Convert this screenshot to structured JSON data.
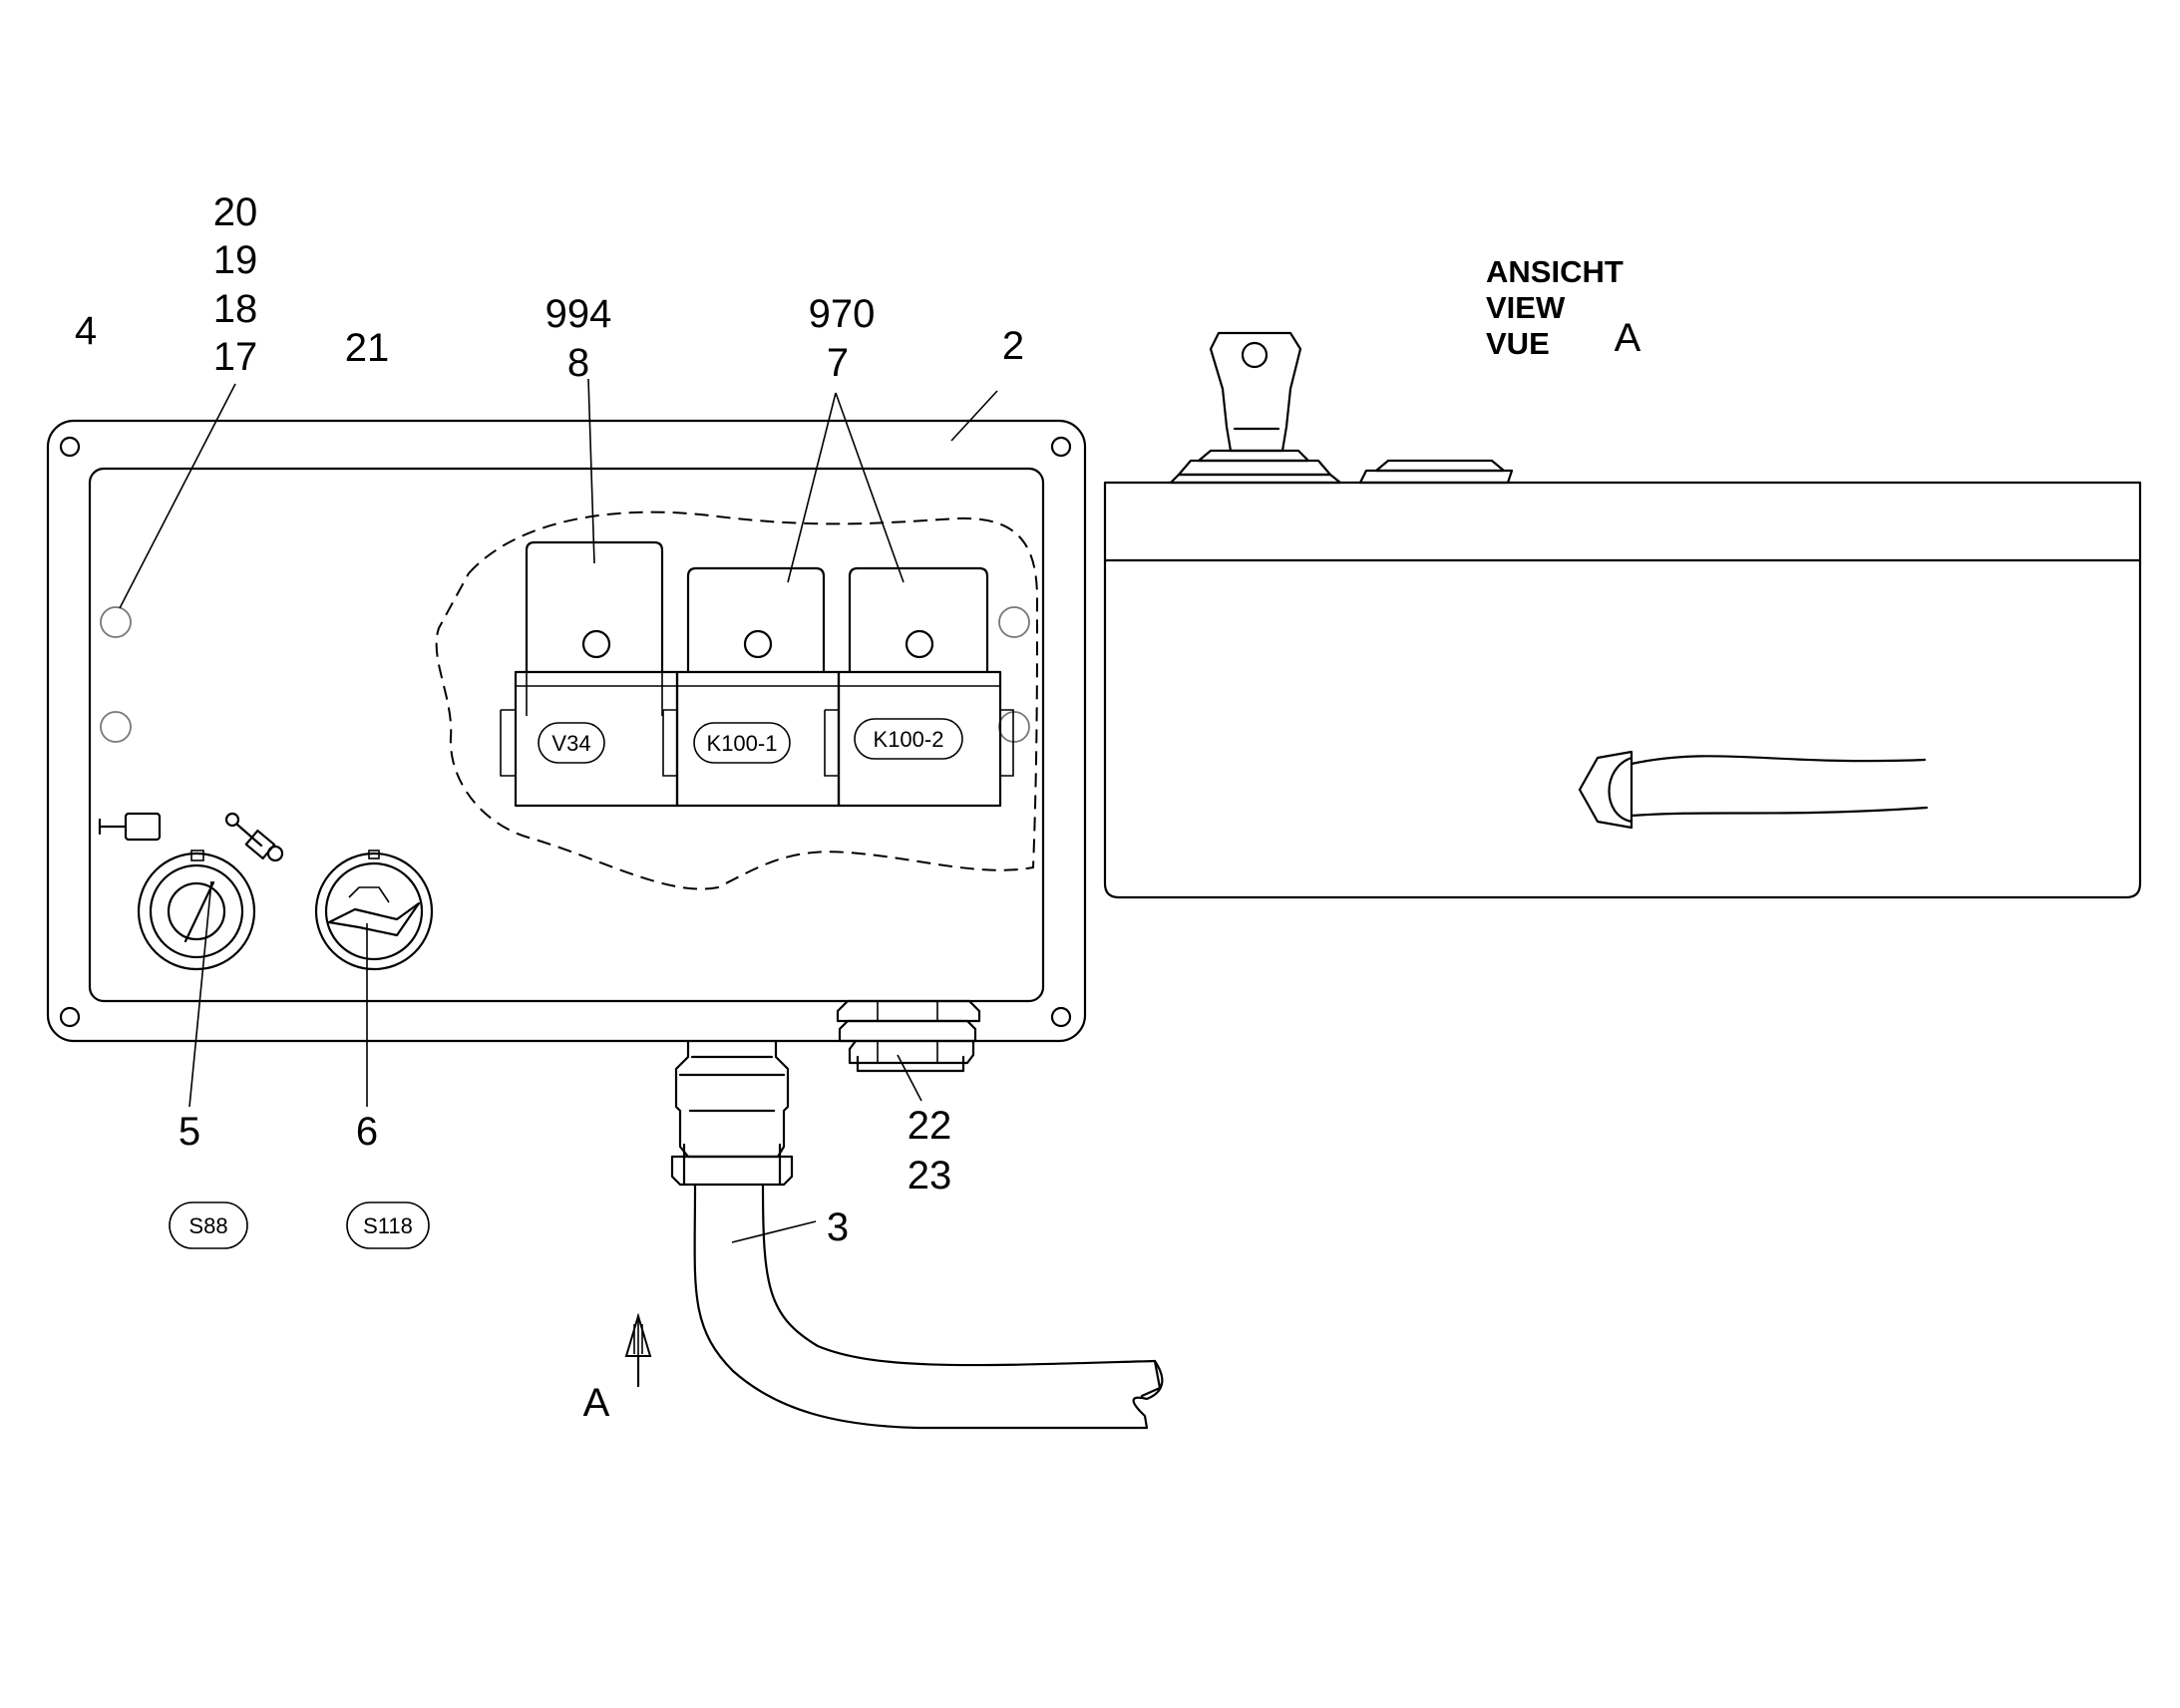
{
  "callouts": {
    "c20": "20",
    "c19": "19",
    "c18": "18",
    "c17": "17",
    "c4": "4",
    "c21": "21",
    "c994": "994",
    "c8": "8",
    "c970": "970",
    "c7": "7",
    "c2": "2",
    "c5": "5",
    "c6": "6",
    "c22": "22",
    "c23": "23",
    "c3": "3"
  },
  "view_label": {
    "de": "ANSICHT",
    "en": "VIEW",
    "fr": "VUE",
    "letter": "A"
  },
  "arrow_letter": "A",
  "component_tags": {
    "relay_1": "V34",
    "relay_2": "K100-1",
    "relay_3": "K100-2",
    "switch_1": "S88",
    "switch_2": "S118"
  }
}
